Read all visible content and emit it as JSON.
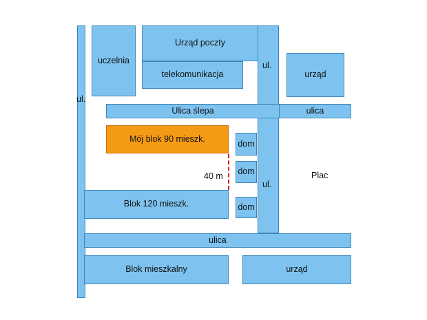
{
  "blocks": {
    "street_left": "ul.",
    "university": "uczelnia",
    "post_office": "Urząd poczty",
    "telecom": "telekomunikacja",
    "street_vertical_top": "ul.",
    "office_top": "urząd",
    "dead_end_street": "Ulica ślepa",
    "street_top_right": "ulica",
    "my_block": "Mój blok 90 mieszk.",
    "house_1": "dom",
    "house_2": "dom",
    "house_3": "dom",
    "street_vertical_mid": "ul.",
    "square": "Plac",
    "block_120": "Blok  120 mieszk.",
    "street_bottom": "ulica",
    "residential_block": "Blok mieszkalny",
    "office_bottom": "urząd"
  },
  "distance_label": "40 m",
  "colors": {
    "street_fill": "#7ec3ef",
    "street_border": "#3f87bb",
    "my_block_fill": "#f59a14",
    "distance_line": "#e02020"
  }
}
